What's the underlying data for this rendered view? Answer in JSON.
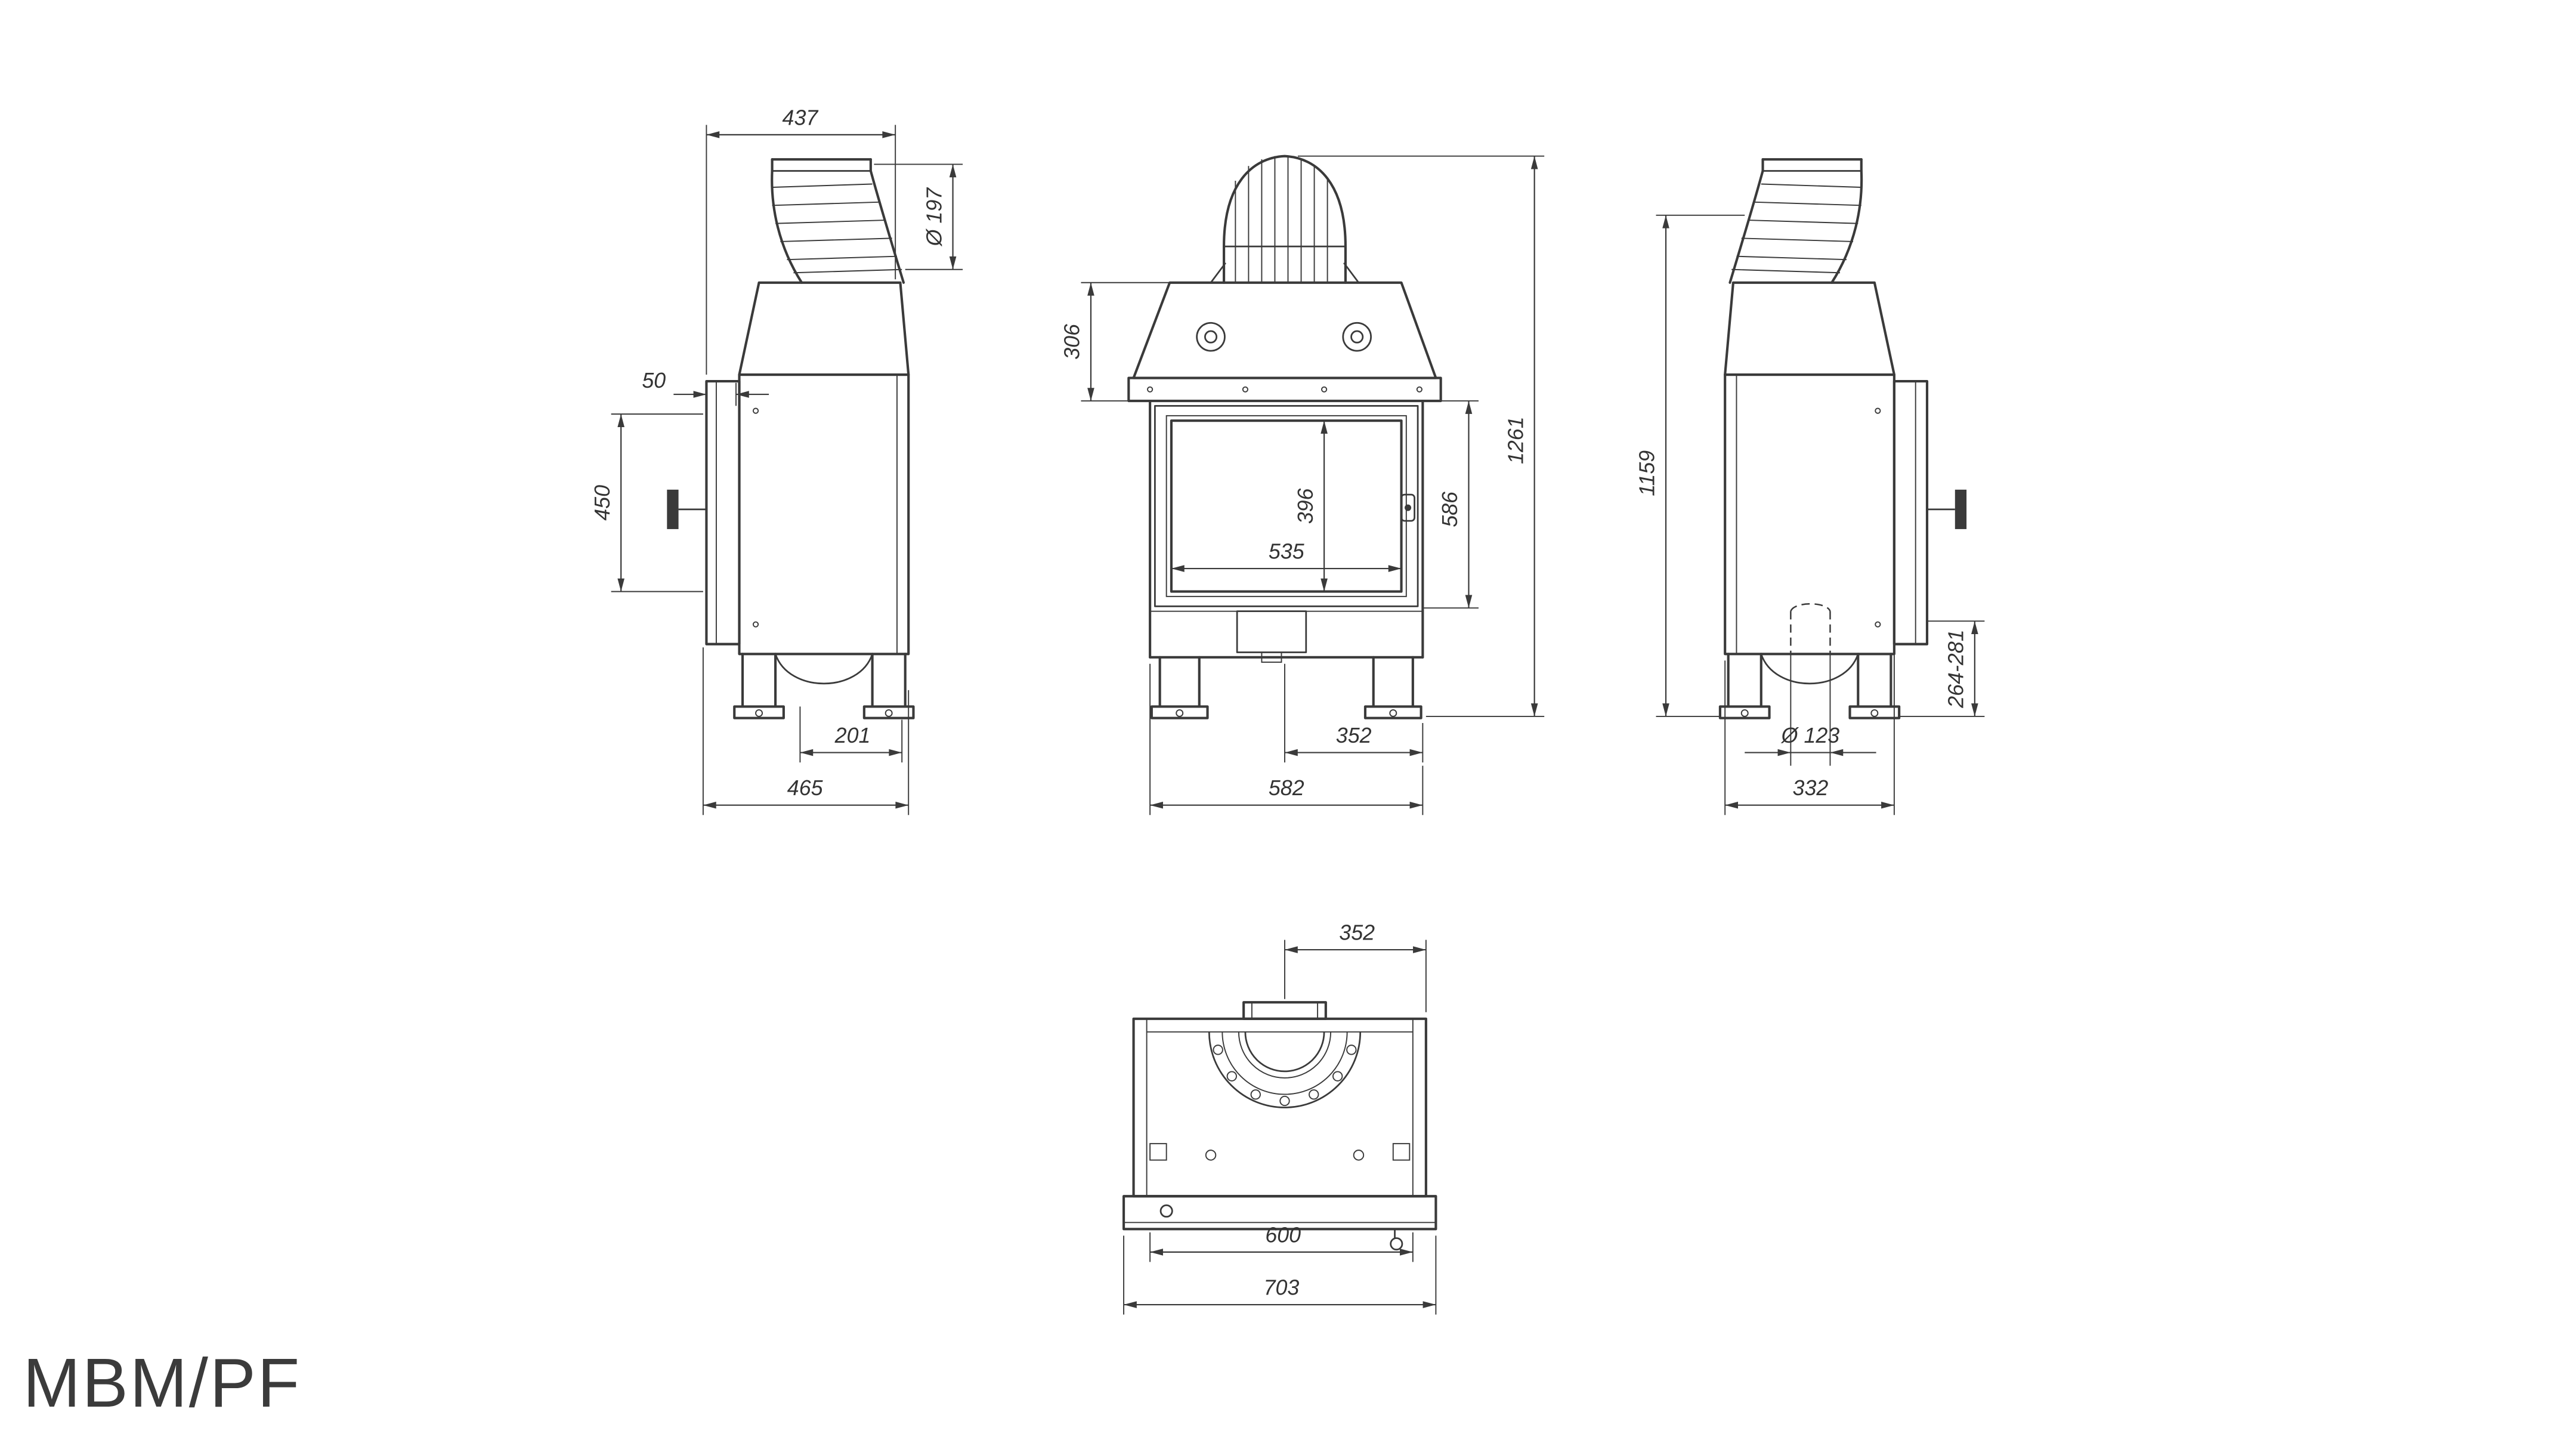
{
  "title": "MBM/PF",
  "dims": {
    "left_depth_top": "437",
    "flue_diameter": "Ø 197",
    "door_offset": "50",
    "door_height": "450",
    "base_offset": "201",
    "total_depth": "465",
    "hood_height": "306",
    "glass_height": "396",
    "glass_width": "535",
    "firebox_height": "586",
    "total_height": "1261",
    "front_flue_offset": "352",
    "front_width": "582",
    "flue_axis_height": "1159",
    "intake_diameter": "Ø 123",
    "leg_adjust_range": "264-281",
    "side_base_depth": "332",
    "top_flue_offset": "352",
    "top_inner_width": "600",
    "top_total_width": "703"
  }
}
